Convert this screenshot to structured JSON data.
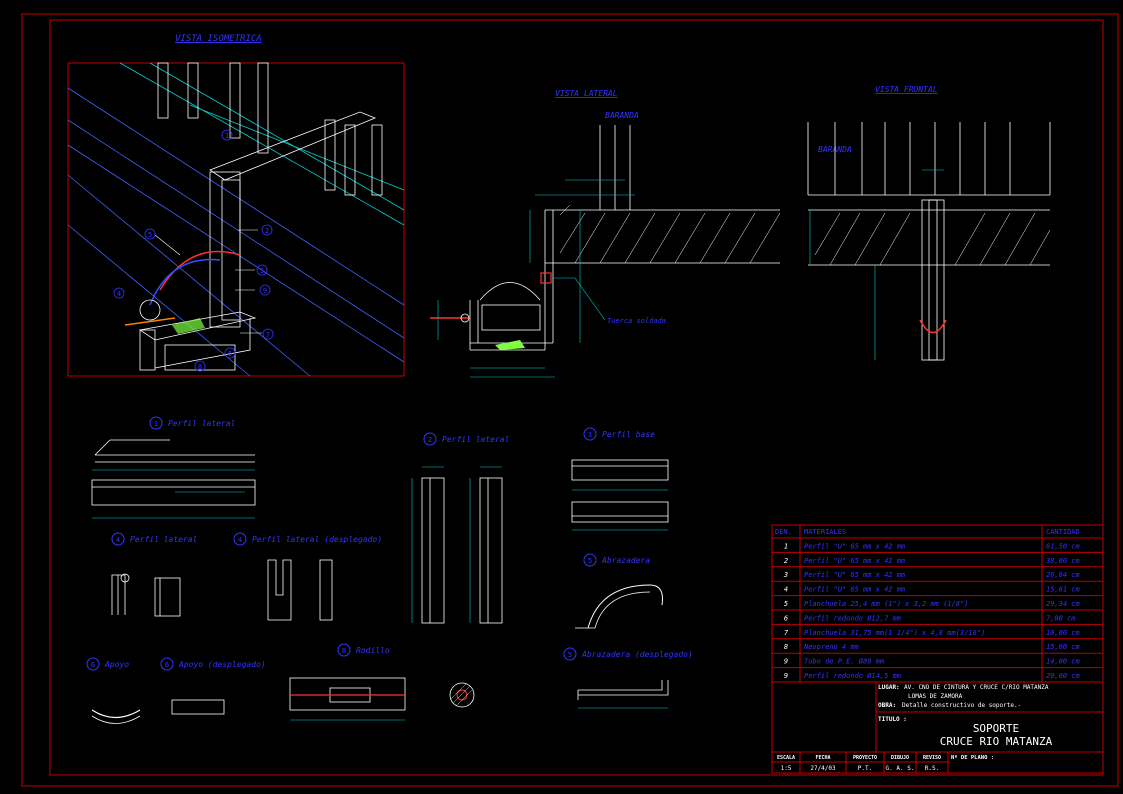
{
  "views": {
    "isometric": "VISTA ISOMETRICA",
    "lateral": "VISTA LATERAL",
    "frontal": "VISTA FRONTAL"
  },
  "labels": {
    "baranda": "BARANDA",
    "tuerca_soldada": "Tuerca soldada"
  },
  "details": [
    {
      "num": "1",
      "title": "Perfil lateral"
    },
    {
      "num": "2",
      "title": "Perfil lateral"
    },
    {
      "num": "3",
      "title": "Perfil base"
    },
    {
      "num": "4",
      "title": "Perfil lateral"
    },
    {
      "num": "4",
      "title": "Perfil lateral (desplegado)"
    },
    {
      "num": "5",
      "title": "Abrazadera"
    },
    {
      "num": "5",
      "title": "Abrazadera (desplegado)"
    },
    {
      "num": "6",
      "title": "Apoyo"
    },
    {
      "num": "6",
      "title": "Apoyo (desplegado)"
    },
    {
      "num": "8",
      "title": "Rodillo"
    }
  ],
  "iso_callouts": [
    "1",
    "2",
    "3",
    "4",
    "5",
    "6",
    "7",
    "8",
    "9"
  ],
  "materials": {
    "headers": {
      "den": "DEN.",
      "mat": "MATERIALES",
      "qty": "CANTIDAD"
    },
    "rows": [
      {
        "den": "1",
        "mat": "Perfil \"U\" 65 mm x 42 mm",
        "qty": "61,50 cm"
      },
      {
        "den": "2",
        "mat": "Perfil \"U\" 65 mm x 42 mm",
        "qty": "38,00 cm"
      },
      {
        "den": "3",
        "mat": "Perfil \"U\" 65 mm x 42 mm",
        "qty": "26,04 cm"
      },
      {
        "den": "4",
        "mat": "Perfil \"U\" 65 mm x 42 mm",
        "qty": "15,61 cm"
      },
      {
        "den": "5",
        "mat": "Planchuela 25,4 mm (1\") x 3,2 mm (1/8\")",
        "qty": "29,34 cm"
      },
      {
        "den": "6",
        "mat": "Perfil redondo Ø12,7 mm",
        "qty": "7,00 cm"
      },
      {
        "den": "7",
        "mat": "Planchuela 31,75 mm(1 1/4\") x 4,8 mm(3/16\")",
        "qty": "10,00 cm"
      },
      {
        "den": "8",
        "mat": "Neopreno 4 mm",
        "qty": "15,00 cm"
      },
      {
        "den": "9",
        "mat": "Tubo de P.E. Ø80 mm",
        "qty": "14,00 cm"
      },
      {
        "den": "9",
        "mat": "Perfil redondo Ø14,5 mm",
        "qty": "20,00 cm"
      }
    ]
  },
  "title_block": {
    "lugar_label": "LUGAR:",
    "lugar_value": "AV. CNO DE CINTURA Y CRUCE C/RIO MATANZA",
    "lugar_value2": "LOMAS DE ZAMORA",
    "obra_label": "OBRA:",
    "obra_value": "Detalle constructivo de soporte.-",
    "titulo_label": "TITULO :",
    "title_line1": "SOPORTE",
    "title_line2": "CRUCE RIO MATANZA",
    "plano_label": "Nº DE PLANO :",
    "cells": [
      {
        "label": "ESCALA",
        "value": "1:5"
      },
      {
        "label": "FECHA",
        "value": "27/4/03"
      },
      {
        "label": "PROYECTO",
        "value": "P.T."
      },
      {
        "label": "DIBUJO",
        "value": "G. A. S."
      },
      {
        "label": "REVISO",
        "value": "R.S."
      }
    ]
  }
}
